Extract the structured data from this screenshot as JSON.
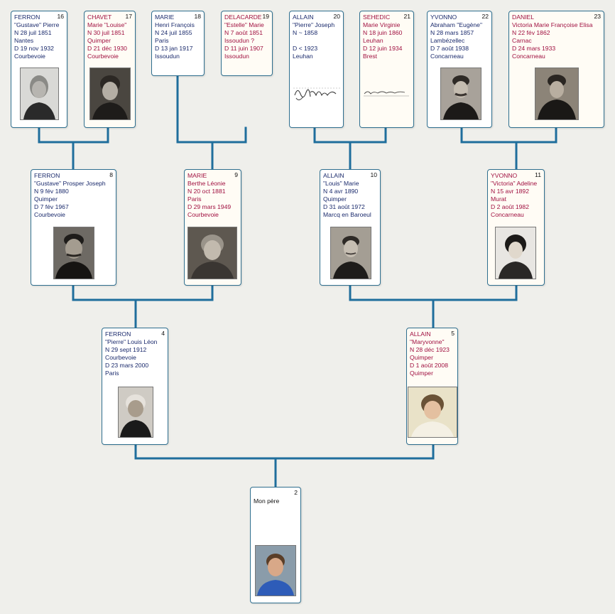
{
  "persons": [
    {
      "num": "16",
      "sex": "male",
      "lines": [
        "FERRON",
        "\"Gustave\" Pierre",
        "N 28 juil 1851",
        "Nantes",
        "D 19 nov 1932",
        "Courbevoie"
      ]
    },
    {
      "num": "17",
      "sex": "female",
      "lines": [
        "CHAVET",
        "Marie \"Louise\"",
        "N 30 juil 1851",
        "Quimper",
        "D 21 déc 1930",
        "Courbevoie"
      ]
    },
    {
      "num": "18",
      "sex": "male",
      "lines": [
        "MARIE",
        "Henri François",
        "N 24 juil 1855",
        "Paris",
        "D 13 jan 1917",
        "Issoudun"
      ]
    },
    {
      "num": "19",
      "sex": "female",
      "lines": [
        "DELACARDE",
        "\"Estelle\" Marie",
        "N 7 août 1851",
        "Issoudun ?",
        "D 11 juin 1907",
        "Issoudun"
      ]
    },
    {
      "num": "20",
      "sex": "male",
      "lines": [
        "ALLAIN",
        "\"Pierre\" Joseph",
        "N ~ 1858",
        "",
        "D < 1923",
        "Leuhan"
      ]
    },
    {
      "num": "21",
      "sex": "female",
      "lines": [
        "SEHEDIC",
        "Marie Virginie",
        "N 18 juin 1860",
        "Leuhan",
        "D 12 juin 1934",
        "Brest"
      ]
    },
    {
      "num": "22",
      "sex": "male",
      "lines": [
        "YVONNO",
        "Abraham \"Eugène\"",
        "N 28 mars 1857",
        "Lambézellec",
        "D 7 août 1938",
        "Concarneau"
      ]
    },
    {
      "num": "23",
      "sex": "female",
      "lines": [
        "DANIEL",
        "Victoria Marie Françoise Elisa",
        "N 22 fév 1862",
        "Carnac",
        "D 24 mars 1933",
        "Concarneau"
      ]
    },
    {
      "num": "8",
      "sex": "male",
      "lines": [
        "FERRON",
        "\"Gustave\" Prosper Joseph",
        "N 9 fév 1880",
        "Quimper",
        "D 7 fév 1967",
        "Courbevoie"
      ]
    },
    {
      "num": "9",
      "sex": "female",
      "lines": [
        "MARIE",
        "Berthe Léonie",
        "N 20 oct 1881",
        "Paris",
        "D 29 mars 1949",
        "Courbevoie"
      ]
    },
    {
      "num": "10",
      "sex": "male",
      "lines": [
        "ALLAIN",
        "\"Louis\" Marie",
        "N 4 avr 1890",
        "Quimper",
        "D 31 août 1972",
        "Marcq en Baroeul"
      ]
    },
    {
      "num": "11",
      "sex": "female",
      "lines": [
        "YVONNO",
        "\"Victoria\" Adeline",
        "N 15 avr 1892",
        "Murat",
        "D 2 août 1982",
        "Concarneau"
      ]
    },
    {
      "num": "4",
      "sex": "male",
      "lines": [
        "FERRON",
        "\"Pierre\" Louis Léon",
        "N 29 sept 1912",
        "Courbevoie",
        "D 23 mars 2000",
        "Paris"
      ]
    },
    {
      "num": "5",
      "sex": "female",
      "lines": [
        "ALLAIN",
        "\"Maryvonne\"",
        "N 28 déc 1923",
        "Quimper",
        "D 1 août 2008",
        "Quimper"
      ]
    },
    {
      "num": "2",
      "sex": "male",
      "lines": [
        "Mon père"
      ]
    }
  ],
  "colors": {
    "connector": "#1f6e9c",
    "border": "#2f6f8f",
    "male_text": "#1a2a6c",
    "female_text": "#a01040"
  }
}
